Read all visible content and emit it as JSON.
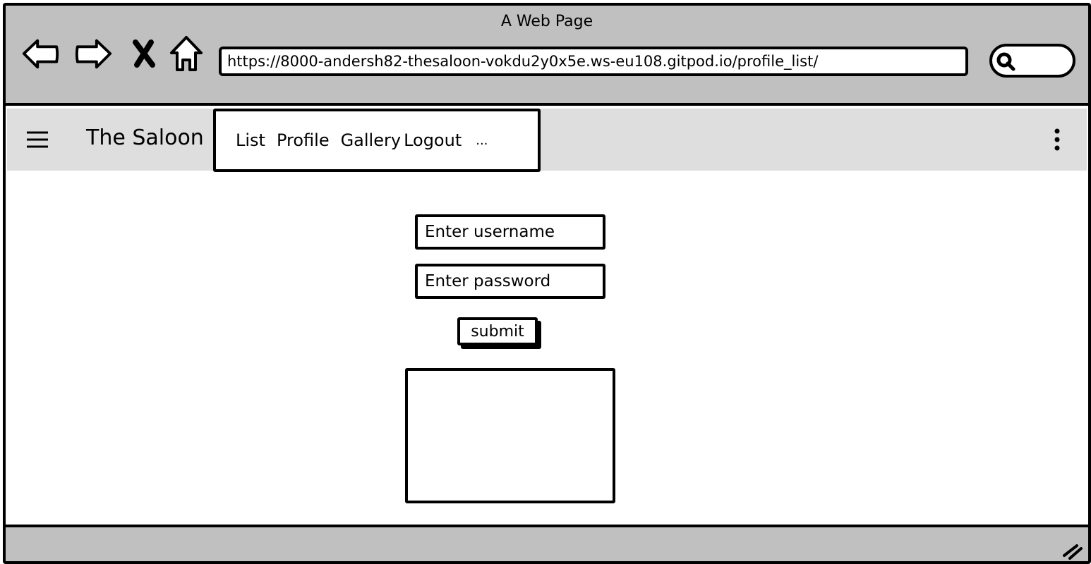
{
  "window": {
    "title": "A Web Page"
  },
  "browser": {
    "url": "https://8000-andersh82-thesaloon-vokdu2y0x5e.ws-eu108.gitpod.io/profile_list/",
    "icons": [
      "back-arrow-icon",
      "forward-arrow-icon",
      "close-x-icon",
      "home-icon",
      "search-icon"
    ]
  },
  "app_bar": {
    "brand": "The Saloon",
    "menu_icon": "hamburger-menu-icon",
    "overflow_icon": "vertical-dots-icon",
    "nav": {
      "items": [
        {
          "label": "List"
        },
        {
          "label": "Profile"
        },
        {
          "label": "Gallery"
        },
        {
          "label": "Logout"
        }
      ],
      "more_label": "..."
    }
  },
  "login_form": {
    "username_placeholder": "Enter username",
    "password_placeholder": "Enter password",
    "submit_label": "submit"
  },
  "colors": {
    "chrome": "#c0c0c0",
    "app_bar": "#dedede",
    "stroke": "#000000",
    "background": "#ffffff"
  }
}
